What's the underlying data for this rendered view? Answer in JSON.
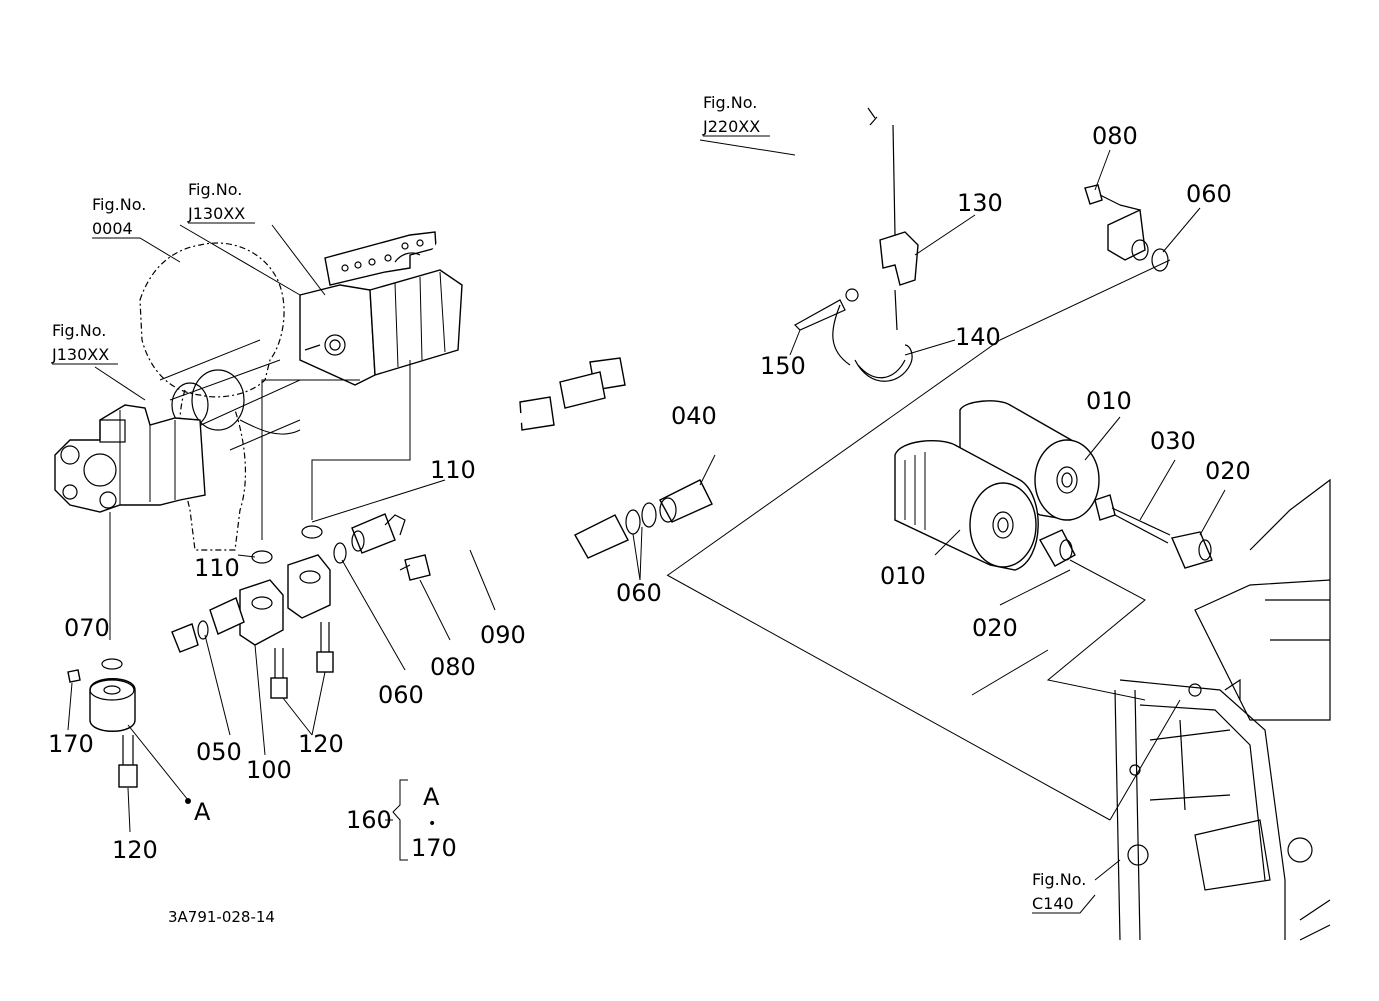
{
  "doc_code": "3A791-028-14",
  "fig_refs": {
    "f0004": {
      "label": "Fig.No.",
      "num": "0004"
    },
    "fj130a": {
      "label": "Fig.No.",
      "num": "J130XX"
    },
    "fj130b": {
      "label": "Fig.No.",
      "num": "J130XX"
    },
    "fj220": {
      "label": "Fig.No.",
      "num": "J220XX"
    },
    "fc140": {
      "label": "Fig.No.",
      "num": "C140"
    }
  },
  "parts": {
    "p010a": "010",
    "p010b": "010",
    "p020a": "020",
    "p020b": "020",
    "p030": "030",
    "p040": "040",
    "p050": "050",
    "p060a": "060",
    "p060b": "060",
    "p060c": "060",
    "p070": "070",
    "p080a": "080",
    "p080b": "080",
    "p090": "090",
    "p100": "100",
    "p110a": "110",
    "p110b": "110",
    "p120a": "120",
    "p120b": "120",
    "p130": "130",
    "p140": "140",
    "p150": "150",
    "p160": "160",
    "p170a": "170",
    "p170b": "170"
  },
  "set_bracket": {
    "item_a": "A",
    "dot": "•",
    "item_b": "170"
  },
  "marker_a": "A"
}
